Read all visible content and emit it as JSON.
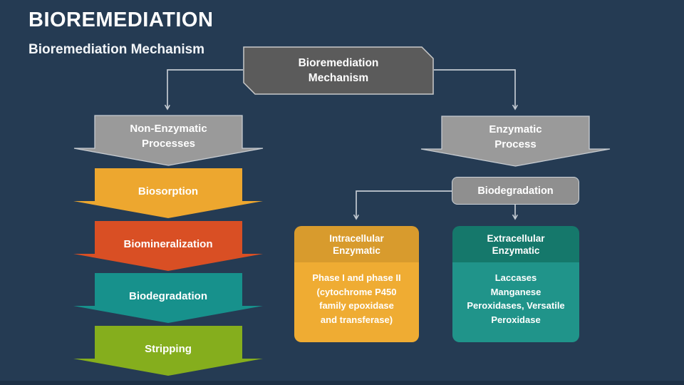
{
  "slide": {
    "title": "BIOREMEDIATION",
    "subtitle": "Bioremediation Mechanism"
  },
  "diagram": {
    "root": {
      "label": "Bioremediation\nMechanism"
    },
    "branches": {
      "left": {
        "label": "Non-Enzymatic\nProcesses"
      },
      "right": {
        "label": "Enzymatic\nProcess"
      }
    },
    "left_steps": [
      {
        "label": "Biosorption",
        "color": "#EDA72F"
      },
      {
        "label": "Biomineralization",
        "color": "#D94F24"
      },
      {
        "label": "Biodegradation",
        "color": "#17918C"
      },
      {
        "label": "Stripping",
        "color": "#85AE1D"
      }
    ],
    "biodegradation_node": {
      "label": "Biodegradation"
    },
    "cards": [
      {
        "title": "Intracellular\nEnzymatic",
        "body": "Phase I and phase II\n(cytochrome P450\nfamily epoxidase\nand transferase)",
        "header_color": "#D89B2D",
        "body_color": "#EFAC33"
      },
      {
        "title": "Extracellular\nEnzymatic",
        "body": "Laccases\nManganese\nPeroxidases, Versatile\nPeroxidase",
        "header_color": "#15786B",
        "body_color": "#20948A"
      }
    ],
    "colors": {
      "background": "#253B53",
      "bottom_strip": "#1D3045",
      "root_fill": "#5B5B5B",
      "root_stroke": "#C9C9C9",
      "branch_fill": "#9A9A9A",
      "branch_stroke": "#C6CBD1",
      "node_fill": "#8F8F8F",
      "connector": "#C3CAD2",
      "text": "#FFFFFF"
    }
  }
}
